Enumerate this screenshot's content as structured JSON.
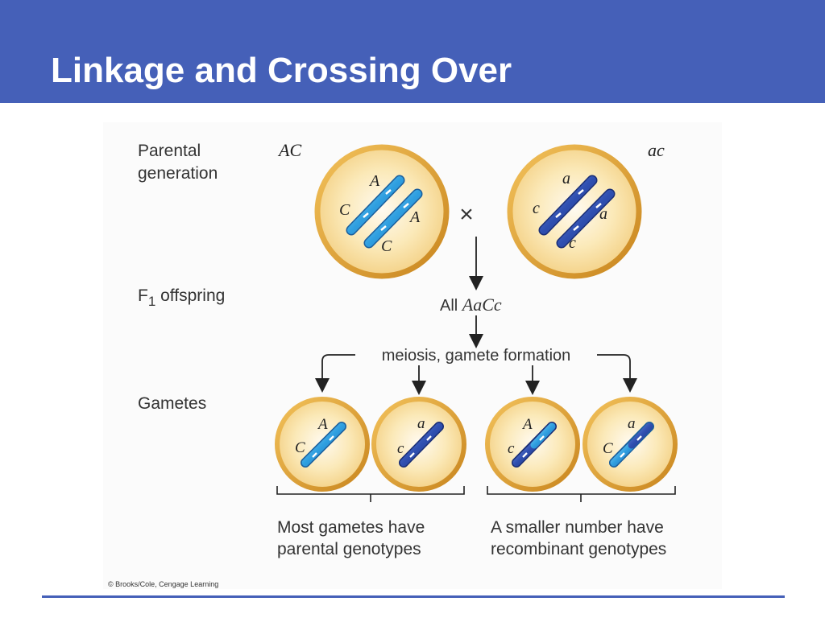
{
  "slide": {
    "title": "Linkage and Crossing Over",
    "colors": {
      "title_bar": "#4560b8",
      "nucleus_ring": "#e8a83c",
      "nucleus_fill": "#fbe7b0",
      "chromosome_light": "#3aa7e0",
      "chromosome_dark": "#2f4fb0",
      "arrow": "#222222"
    }
  },
  "figure": {
    "row_labels": {
      "parental_line1": "Parental",
      "parental_line2": "generation",
      "f1_main": "F",
      "f1_sub": "1",
      "f1_rest": " offspring",
      "gametes": "Gametes"
    },
    "parents": {
      "left_genotype": "AC",
      "right_genotype": "ac",
      "cross_symbol": "×",
      "left_genes": [
        "A",
        "C",
        "A",
        "C"
      ],
      "right_genes": [
        "a",
        "c",
        "a",
        "c"
      ]
    },
    "f1": {
      "prefix": "All ",
      "genotype": "AaCc"
    },
    "meiosis_label": "meiosis, gamete formation",
    "gametes": [
      {
        "top": "A",
        "bottom": "C",
        "type": "parental"
      },
      {
        "top": "a",
        "bottom": "c",
        "type": "parental"
      },
      {
        "top": "A",
        "bottom": "c",
        "type": "recombinant"
      },
      {
        "top": "a",
        "bottom": "C",
        "type": "recombinant"
      }
    ],
    "captions": {
      "parental_line1": "Most gametes have",
      "parental_line2": "parental genotypes",
      "recombinant_line1": "A smaller number have",
      "recombinant_line2": "recombinant genotypes"
    },
    "credit": "© Brooks/Cole, Cengage Learning"
  }
}
